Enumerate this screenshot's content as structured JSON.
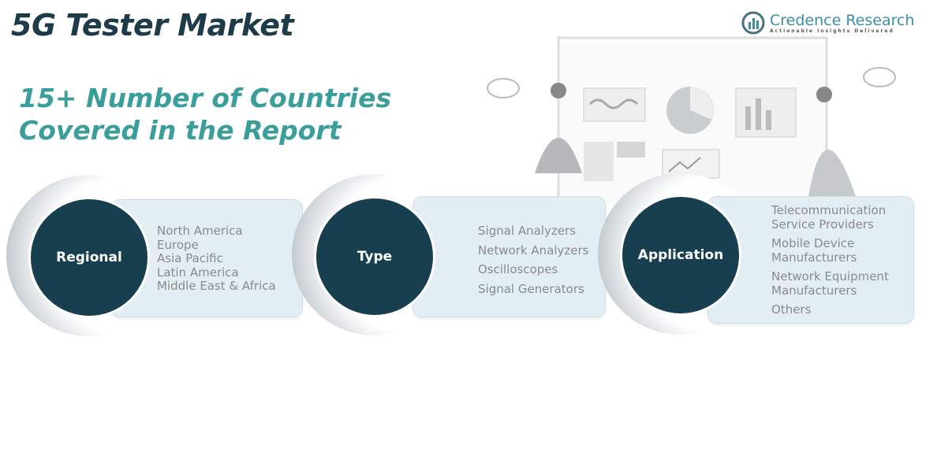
{
  "title": "5G Tester Market",
  "subtitle": [
    "15+ Number of Countries",
    "Covered in the Report"
  ],
  "logo": {
    "name": "Credence Research",
    "tagline": "Actionable Insights Delivered"
  },
  "segments": [
    {
      "label": "Regional",
      "items": [
        "North America",
        "Europe",
        "Asia Pacific",
        "Latin America",
        "Middle East & Africa"
      ]
    },
    {
      "label": "Type",
      "items": [
        "Signal Analyzers",
        "Network Analyzers",
        "Oscilloscopes",
        "Signal Generators"
      ]
    },
    {
      "label": "Application",
      "items": [
        "Telecommunication Service Providers",
        "Mobile Device Manufacturers",
        "Network Equipment Manufacturers",
        "Others"
      ]
    }
  ],
  "colors": {
    "dark": "#173f4f",
    "teal": "#3a9e9a",
    "panel": "#e2eef4"
  }
}
